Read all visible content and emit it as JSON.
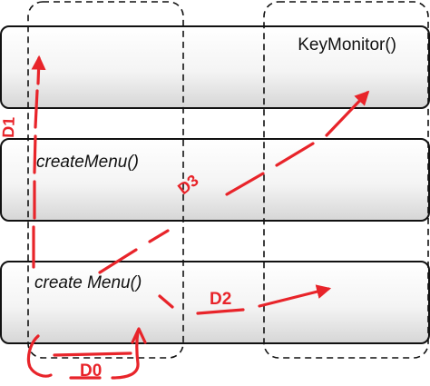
{
  "rows": [
    {
      "label": "KeyMonitor()"
    },
    {
      "label": "createMenu()"
    },
    {
      "label": "create Menu()"
    }
  ],
  "markers": {
    "d0": "D0",
    "d1": "D1",
    "d2": "D2",
    "d3": "D3"
  },
  "colors": {
    "accent": "#e8242a",
    "row_border": "#111111",
    "column_border": "#111111",
    "text": "#111111"
  }
}
